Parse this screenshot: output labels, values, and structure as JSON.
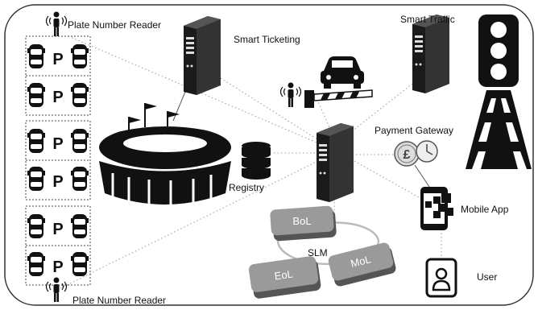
{
  "labels": {
    "plate_reader_top": "Plate Number Reader",
    "plate_reader_bottom": "Plate Number Reader",
    "smart_ticketing": "Smart Ticketing",
    "smart_traffic": "Smart Traffic",
    "payment_gateway": "Payment Gateway",
    "registry": "Registry",
    "mobile_app": "Mobile App",
    "user": "User",
    "slm": "SLM"
  },
  "lifecycle_keys": {
    "bol": "BoL",
    "mol": "MoL",
    "eol": "EoL"
  },
  "parking": {
    "sign_letter": "P"
  },
  "payment_icons": {
    "currency_symbol": "£"
  },
  "icons": [
    "person-wireless-icon",
    "server-icon",
    "car-icon",
    "barrier-icon",
    "stadium-icon",
    "database-icon",
    "traffic-light-icon",
    "road-icon",
    "currency-icon",
    "clock-icon",
    "smartphone-icon",
    "user-card-icon"
  ]
}
